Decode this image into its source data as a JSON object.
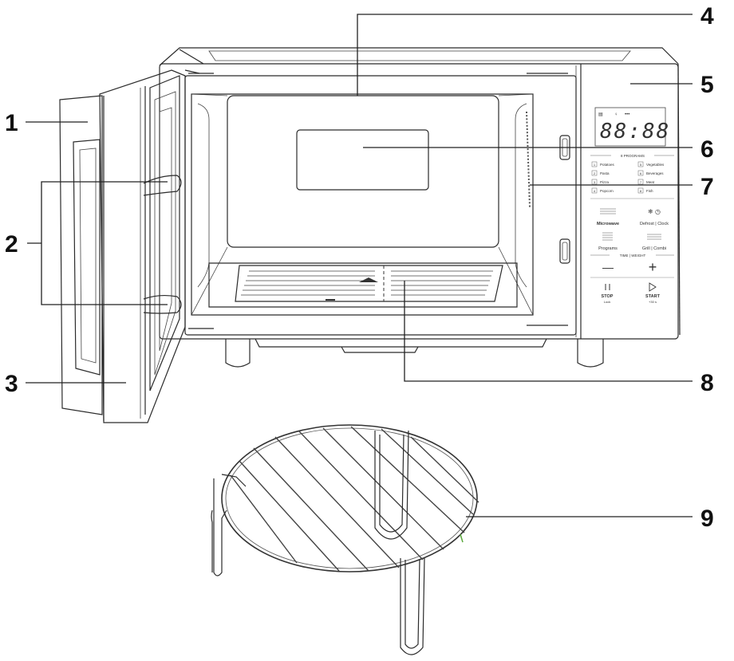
{
  "callouts": [
    "1",
    "2",
    "3",
    "4",
    "5",
    "6",
    "7",
    "8",
    "9"
  ],
  "panel": {
    "display_digits": "88:88",
    "programs_heading": "8 PROGRAMS",
    "programs": [
      {
        "num": "1",
        "name": "Potatoes"
      },
      {
        "num": "5",
        "name": "Vegetables"
      },
      {
        "num": "2",
        "name": "Pasta"
      },
      {
        "num": "6",
        "name": "Beverages"
      },
      {
        "num": "3",
        "name": "Pizza"
      },
      {
        "num": "7",
        "name": "Meat"
      },
      {
        "num": "4",
        "name": "Popcorn"
      },
      {
        "num": "8",
        "name": "Fish"
      }
    ],
    "microwave_label": "Microwave",
    "defrost_label": "Defrost | Clock",
    "programs_label": "Programs",
    "grill_label": "Grill | Combi",
    "time_weight_label": "TIME | WEIGHT",
    "minus_symbol": "—",
    "plus_symbol": "+",
    "stop_label": "STOP",
    "stop_sub": "Lock",
    "start_label": "START",
    "start_sub": "+30 s"
  }
}
